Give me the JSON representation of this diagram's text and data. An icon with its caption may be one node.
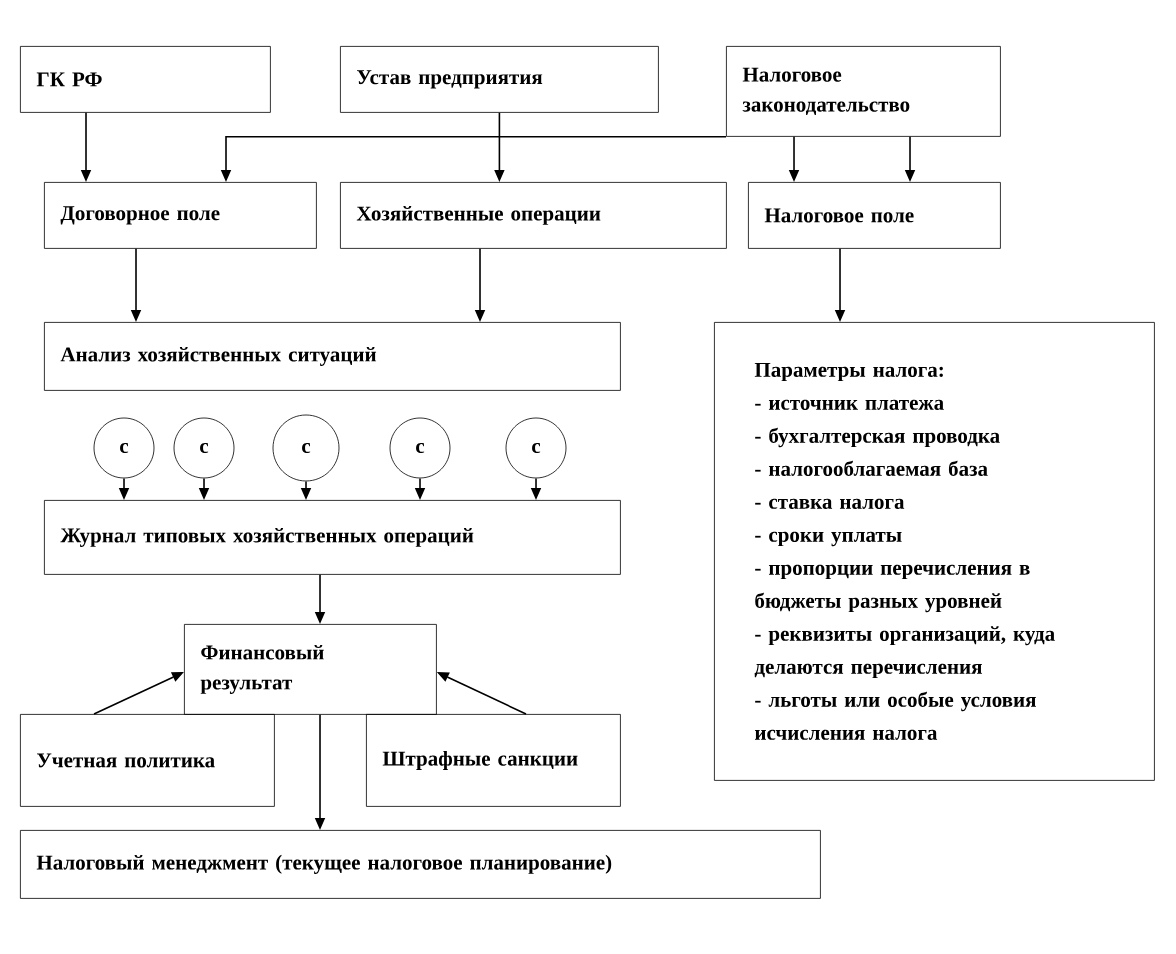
{
  "diagram": {
    "nodes": [
      {
        "text": [
          "ГК РФ"
        ]
      },
      {
        "text": [
          "Устав предприятия"
        ]
      },
      {
        "text": [
          "Налоговое законодательство"
        ]
      },
      {
        "text": [
          "Договорное поле"
        ]
      },
      {
        "text": [
          "Хозяйственные операции"
        ]
      },
      {
        "text": [
          "Налоговое поле"
        ]
      },
      {
        "text": [
          "Анализ хозяйственных ситуаций"
        ]
      },
      {
        "text": [
          "с"
        ]
      },
      {
        "text": [
          "с"
        ]
      },
      {
        "text": [
          "с"
        ]
      },
      {
        "text": [
          "с"
        ]
      },
      {
        "text": [
          "с"
        ]
      },
      {
        "text": [
          "Журнал типовых хозяйственных операций"
        ]
      },
      {
        "text": [
          "Финансовый результат"
        ]
      },
      {
        "text": [
          "Учетная политика"
        ]
      },
      {
        "text": [
          "Штрафные санкции"
        ]
      },
      {
        "text": [
          "Налоговый менеджмент (текущее налоговое планирование)"
        ]
      },
      {
        "text": [
          "Параметры налога:",
          "- источник платежа",
          "- бухгалтерская проводка",
          "- налогооблагаемая база",
          "- ставка налога",
          "- сроки уплаты",
          "- пропорции перечисления в бюджеты разных уровней",
          "- реквизиты организаций, куда делаются перечисления",
          "- льготы или особые условия исчисления налога"
        ]
      }
    ],
    "edges": [
      {
        "from": 0,
        "to": 3,
        "arrow": "to"
      },
      {
        "from": 2,
        "to": 3,
        "arrow": "to"
      },
      {
        "from": 1,
        "to": 4,
        "arrow": "to"
      },
      {
        "from": 2,
        "to": 5,
        "arrow": "to"
      },
      {
        "from": 2,
        "to": 5,
        "arrow": "to"
      },
      {
        "from": 3,
        "to": 6,
        "arrow": "to"
      },
      {
        "from": 4,
        "to": 6,
        "arrow": "to"
      },
      {
        "from": 5,
        "to": 17,
        "arrow": "to"
      },
      {
        "from": 7,
        "to": 12,
        "arrow": "to"
      },
      {
        "from": 8,
        "to": 12,
        "arrow": "to"
      },
      {
        "from": 9,
        "to": 12,
        "arrow": "to"
      },
      {
        "from": 10,
        "to": 12,
        "arrow": "to"
      },
      {
        "from": 11,
        "to": 12,
        "arrow": "to"
      },
      {
        "from": 12,
        "to": 13,
        "arrow": "to"
      },
      {
        "from": 14,
        "to": 13,
        "arrow": "to"
      },
      {
        "from": 15,
        "to": 13,
        "arrow": "to"
      },
      {
        "from": 13,
        "to": 16,
        "arrow": "to"
      }
    ]
  }
}
